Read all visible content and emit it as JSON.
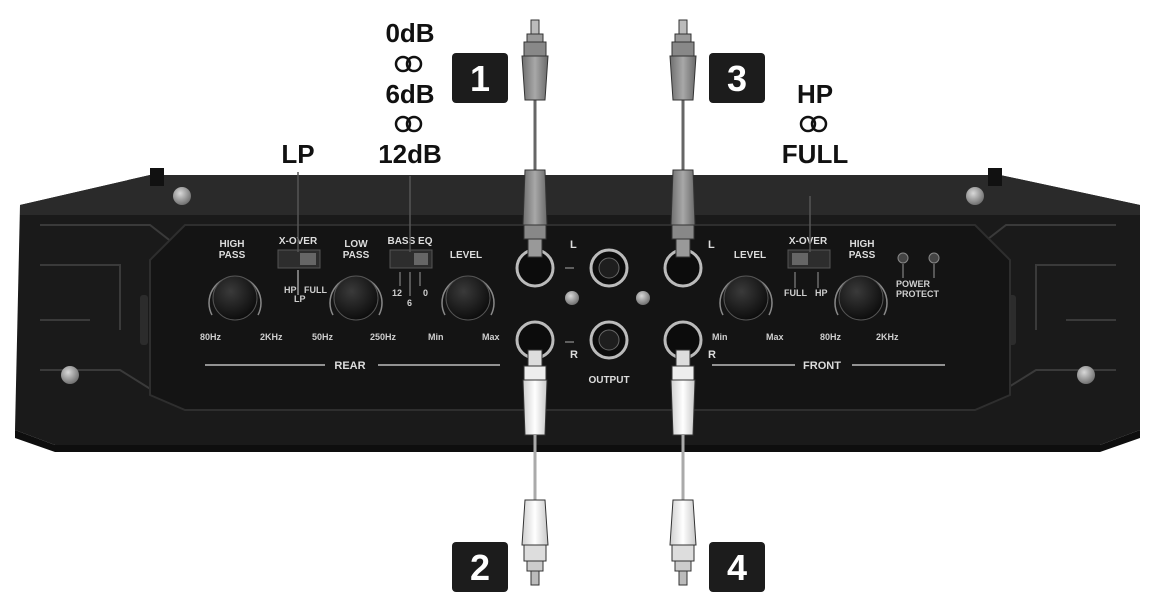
{
  "callouts": {
    "slope_0": "0dB",
    "slope_6": "6dB",
    "slope_12": "12dB",
    "lp": "LP",
    "hp": "HP",
    "full": "FULL"
  },
  "badges": [
    "1",
    "2",
    "3",
    "4"
  ],
  "rear": {
    "high_pass": [
      "HIGH",
      "PASS"
    ],
    "xover": "X-OVER",
    "hp": "HP",
    "lp": "LP",
    "full": "FULL",
    "low_pass": [
      "LOW",
      "PASS"
    ],
    "bass_eq": "BASS EQ",
    "eq_12": "12",
    "eq_6": "6",
    "eq_0": "0",
    "level": "LEVEL",
    "hp_min": "80Hz",
    "hp_max": "2KHz",
    "lp_min": "50Hz",
    "lp_max": "250Hz",
    "lvl_min": "Min",
    "lvl_max": "Max",
    "section": "REAR"
  },
  "center": {
    "l_left": "L",
    "r_left": "R",
    "l_right": "L",
    "r_right": "R",
    "output": "OUTPUT"
  },
  "front": {
    "level": "LEVEL",
    "xover": "X-OVER",
    "full": "FULL",
    "hp": "HP",
    "high_pass": [
      "HIGH",
      "PASS"
    ],
    "power": "POWER",
    "protect": "PROTECT",
    "lvl_min": "Min",
    "lvl_max": "Max",
    "hp_min": "80Hz",
    "hp_max": "2KHz",
    "section": "FRONT"
  }
}
